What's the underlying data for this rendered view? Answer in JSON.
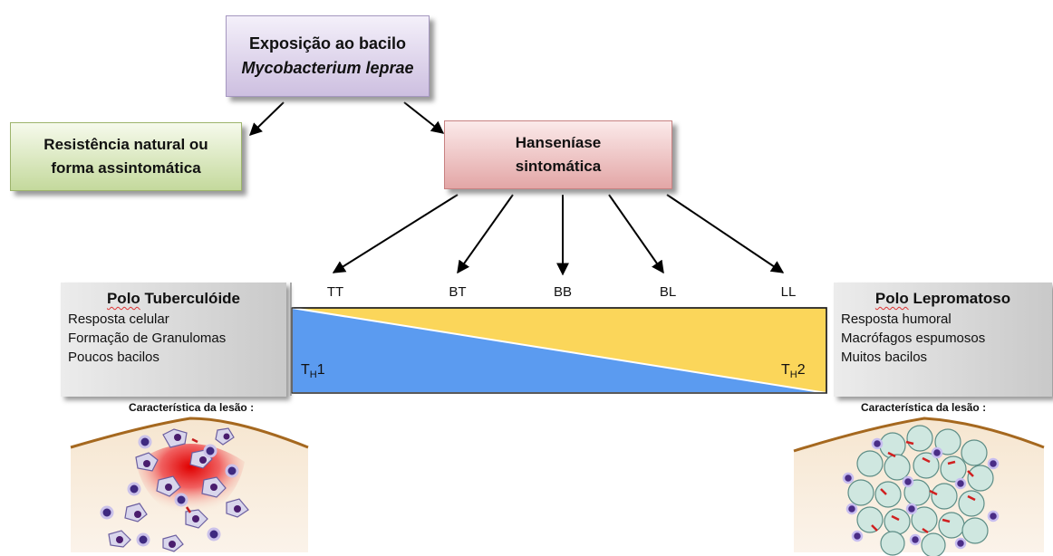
{
  "top_box": {
    "line1": "Exposição ao bacilo",
    "line2": "Mycobacterium leprae"
  },
  "left_box": {
    "line1": "Resistência natural ou",
    "line2": "forma assintomática"
  },
  "mid_box": {
    "line1": "Hanseníase",
    "line2": "sintomática"
  },
  "stages": [
    "TT",
    "BT",
    "BB",
    "BL",
    "LL"
  ],
  "spectrum": {
    "th1_main": "T",
    "th1_sub": "H",
    "th1_num": "1",
    "th2_main": "T",
    "th2_sub": "H",
    "th2_num": "2",
    "colors": {
      "th1": "#5b9bf0",
      "th2": "#fbd65a"
    }
  },
  "left_pole": {
    "title_prefix": "Polo",
    "title_rest": " Tuberculóide",
    "items": [
      "Resposta celular",
      "Formação de Granulomas",
      "Poucos bacilos"
    ]
  },
  "right_pole": {
    "title_prefix": "Polo",
    "title_rest": " Lepromatoso",
    "items": [
      "Resposta humoral",
      "Macrófagos espumosos",
      "Muitos bacilos"
    ]
  },
  "lesion_label_left": "Característica da lesão :",
  "lesion_label_right": "Característica da lesão :"
}
